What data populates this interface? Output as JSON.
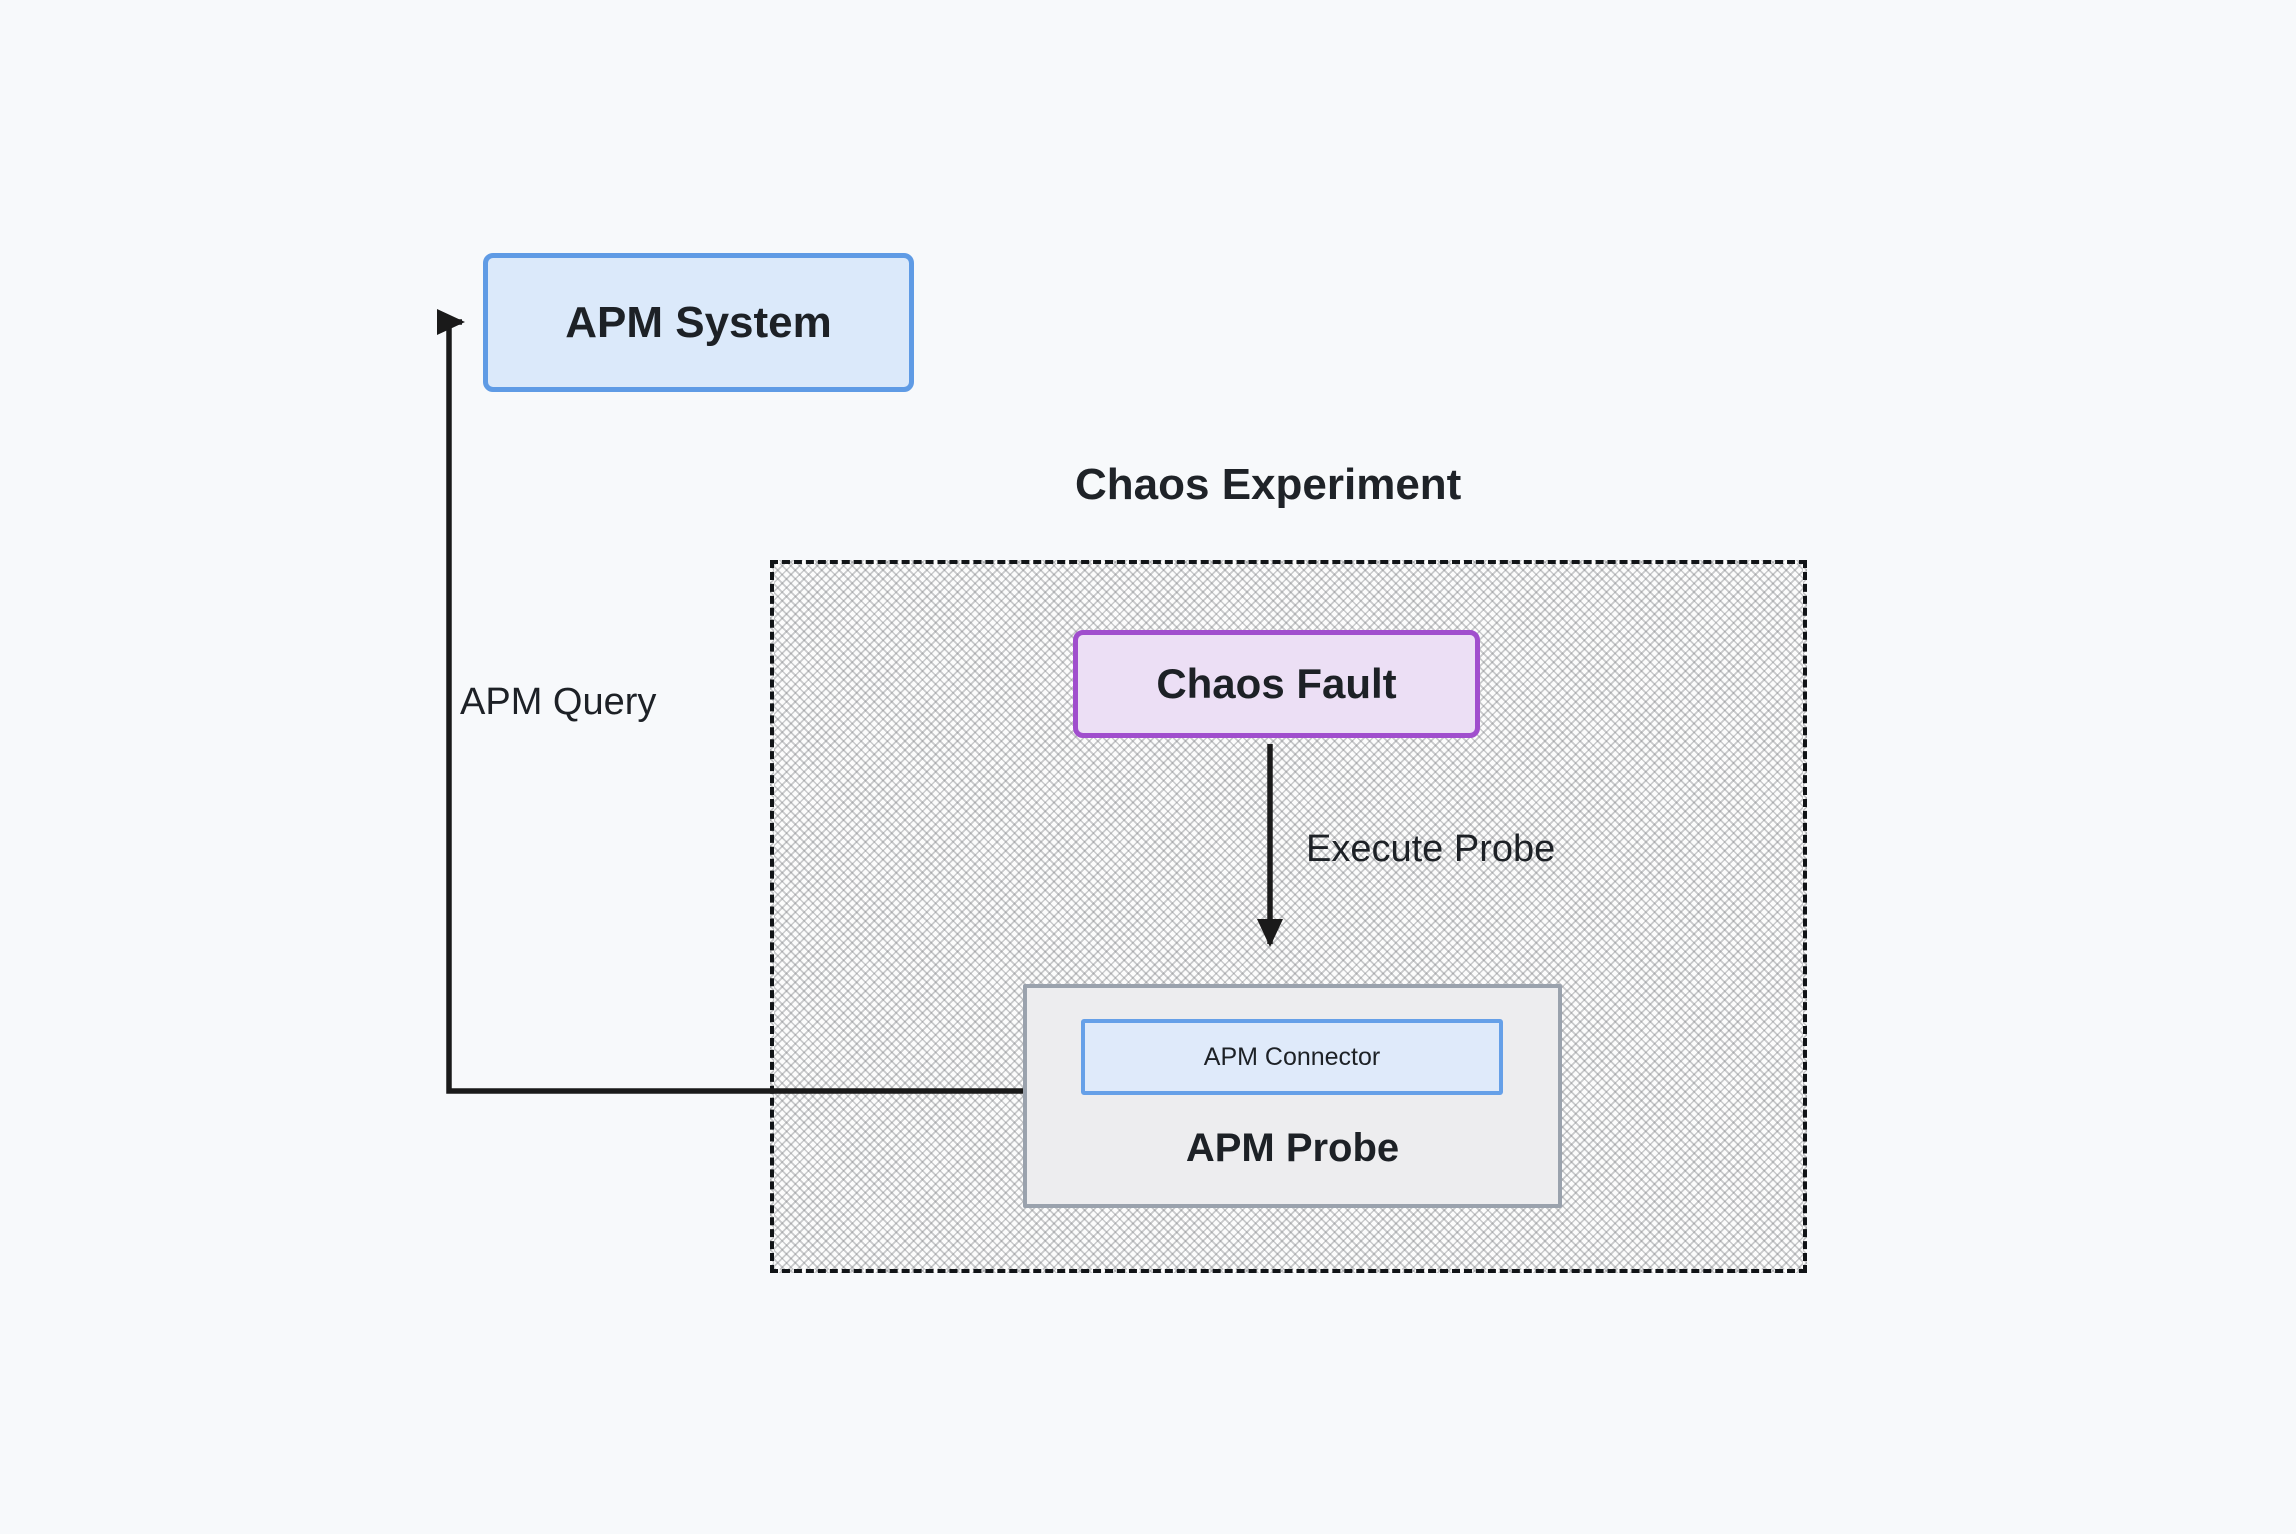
{
  "diagram": {
    "title": "Chaos Experiment",
    "nodes": {
      "apm_system": "APM System",
      "chaos_fault": "Chaos Fault",
      "apm_probe": "APM Probe",
      "apm_connector": "APM Connector"
    },
    "edges": {
      "apm_query": "APM Query",
      "execute_probe": "Execute Probe"
    },
    "colors": {
      "background": "#f7f9fb",
      "blue_node_fill": "#dbe9fa",
      "blue_node_border": "#5f9be5",
      "purple_node_fill": "#ecdff5",
      "purple_node_border": "#a04ecd",
      "gray_node_fill": "#ededef",
      "gray_node_border": "#9aa2ad",
      "experiment_hatch": "#c9cbce",
      "experiment_border": "#111417",
      "connector_line": "#1a1a1a",
      "text": "#1d2126"
    }
  }
}
